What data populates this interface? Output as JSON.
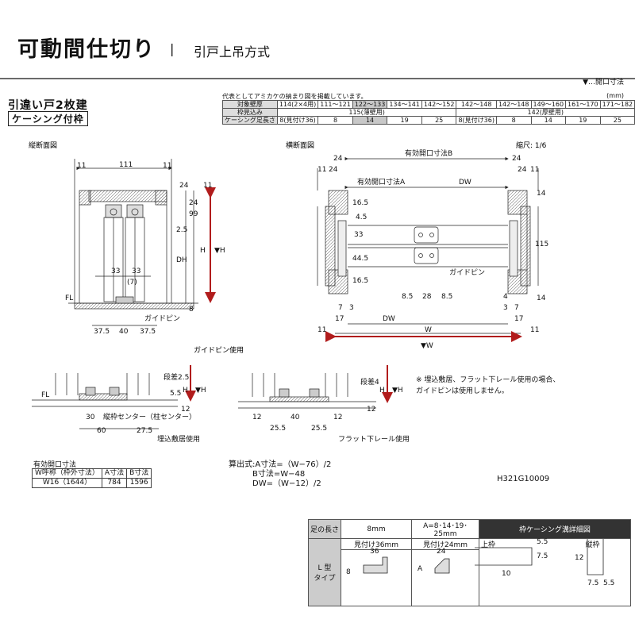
{
  "header": {
    "title": "可動間仕切り",
    "separator": "|",
    "subtitle": "引戸上吊方式",
    "legend": "▼…開口寸法"
  },
  "product": {
    "heading": "引違い戸2枚建",
    "casing": "ケーシング付枠"
  },
  "spec_table": {
    "note": "代表としてアミカケの納まり図を掲載しています。",
    "unit": "(mm)",
    "rows": [
      {
        "label": "対象壁厚",
        "cells": [
          "114(2×4用)",
          "111～121",
          "122～133",
          "134～141",
          "142～152",
          "142～148",
          "142～148",
          "149～160",
          "161～170",
          "171～182"
        ]
      },
      {
        "label": "枠見込み",
        "cells": [
          "115(薄壁用)",
          "142(厚壁用)"
        ]
      },
      {
        "label": "ケーシング足長さ",
        "cells": [
          "8(見付け36)",
          "8",
          "14",
          "19",
          "25",
          "8(見付け36)",
          "8",
          "14",
          "19",
          "25"
        ]
      }
    ]
  },
  "vertical_section": {
    "label": "縦断面図",
    "dims": {
      "top_left": "11",
      "top_mid": "111",
      "top_right": "11",
      "d24": "24",
      "d11": "11",
      "d99": "99",
      "d24b": "24",
      "d25": "2.5",
      "h": "H",
      "hv": "▼H",
      "dh": "DH",
      "d33a": "33",
      "d33b": "33",
      "d7": "(7)",
      "d8": "8",
      "fl": "FL",
      "b375a": "37.5",
      "b40": "40",
      "b375b": "37.5",
      "guide": "ガイドピン"
    }
  },
  "cross_section": {
    "label": "横断面図",
    "scale": "縮尺: 1/6",
    "dims": {
      "effB": "有効開口寸法B",
      "effA": "有効開口寸法A",
      "dw": "DW",
      "dw2": "DW",
      "w": "W",
      "wv": "▼W",
      "d24a": "24",
      "d24b": "24",
      "d11a": "11",
      "d11b": "11",
      "d24c": "24",
      "d24d": "24",
      "d165a": "16.5",
      "d45": "4.5",
      "d33": "33",
      "d445": "44.5",
      "d165b": "16.5",
      "d14a": "14",
      "d115": "115",
      "d14b": "14",
      "d7a": "7",
      "d3a": "3",
      "d17a": "17",
      "d4": "4",
      "d3b": "3",
      "d7b": "7",
      "d17b": "17",
      "d85a": "8.5",
      "d28": "28",
      "d85b": "8.5",
      "d11c": "11",
      "d11d": "11",
      "guide": "ガイドピン"
    }
  },
  "guide_pin_use": "ガイドピン使用",
  "embedded": {
    "fl": "FL",
    "step": "段差2.5",
    "d55": "5.5",
    "d12": "12",
    "h": "H",
    "hv": "▼H",
    "d30": "30",
    "center": "縦枠センター（柱センター）",
    "d60": "60",
    "d275": "27.5",
    "caption": "埋込敷居使用"
  },
  "flat_rail": {
    "step": "段差4",
    "h": "H",
    "hv": "▼H",
    "d12": "12",
    "d12b": "12",
    "d40": "40",
    "d12c": "12",
    "d255a": "25.5",
    "d255b": "25.5",
    "caption": "フラット下レール使用"
  },
  "note": "※ 埋込敷居、フラット下レール使用の場合、\nガイドピンは使用しません。",
  "opening_table": {
    "title": "有効開口寸法",
    "headers": [
      "W呼称（枠外寸法）",
      "A寸法",
      "B寸法"
    ],
    "row": [
      "W16（1644）",
      "784",
      "1596"
    ]
  },
  "formulas": [
    "算出式:A寸法=（W−76）/2",
    "B寸法=W−48",
    "DW=（W−12）/2"
  ],
  "drawing_code": "H321G10009",
  "detail_table": {
    "h_foot": "足の長さ",
    "c8": "8mm",
    "c_var": "A=8･14･19･25mm",
    "v36": "見付け36mm",
    "v24": "見付け24mm",
    "type": "L 型\nタイプ",
    "d36": "36",
    "d24": "24",
    "d8": "8",
    "dA": "A",
    "groove_title": "枠ケーシング溝詳細図",
    "top_frame": "上枠",
    "vert_frame": "縦枠",
    "g55a": "5.5",
    "g75a": "7.5",
    "g10": "10",
    "g12": "12",
    "g75b": "7.5",
    "g55b": "5.5"
  }
}
